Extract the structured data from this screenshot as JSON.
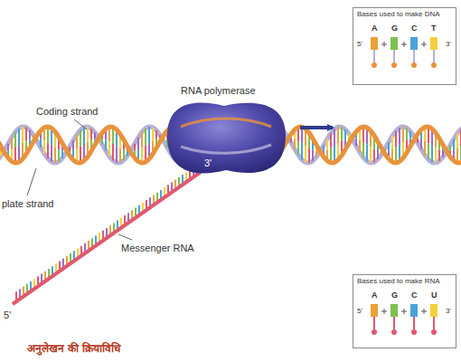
{
  "diagram": {
    "caption": "अनुलेखन की क्रियाविधि",
    "nodes": [
      {
        "text": [
          "Bases used to make DNA",
          "5'",
          "A",
          "G",
          "C",
          "T",
          "3'"
        ]
      },
      {
        "text": [
          "Bases used to make RNA",
          "5'",
          "A",
          "G",
          "C",
          "U",
          "3'"
        ]
      }
    ],
    "labels": [
      "RNA polymerase",
      "Coding strand",
      "3'",
      "plate strand",
      "Messenger RNA",
      "5'"
    ]
  }
}
